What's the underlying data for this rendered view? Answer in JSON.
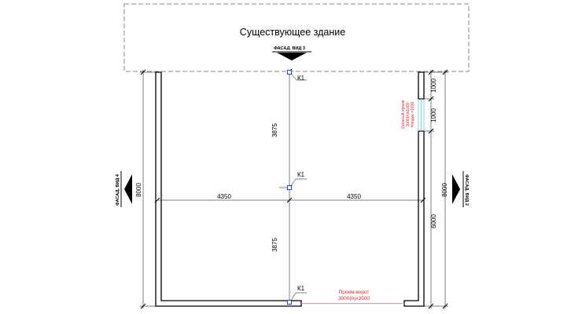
{
  "existing_building": {
    "label": "Существующее здание"
  },
  "views": {
    "top": "ФАСАД. ВИД 3",
    "left": "ФАСАД. ВИД 4",
    "right": "ФАСАД. ВИД 2"
  },
  "columns": {
    "label": "К1"
  },
  "dimensions": {
    "half_width_left": "4350",
    "half_width_right": "4350",
    "vertical_upper": "3875",
    "vertical_lower": "3875",
    "overall_left": "8000",
    "overall_right": "8000",
    "right_seg_1": "1000",
    "right_seg_2": "1000",
    "right_seg_3": "6000"
  },
  "window_note": {
    "line1": "Оконный проем",
    "line2": "1000(h)х1000",
    "line3": "Hподок.=1000"
  },
  "gate_note": {
    "line1": "Проем ворот",
    "line2": "3000(h)х3500"
  },
  "colors": {
    "annotation_red": "#e0262b",
    "column_blue": "#1a3cff",
    "gate_pink": "#e58cc0",
    "window_cyan": "#7fd6e8"
  }
}
